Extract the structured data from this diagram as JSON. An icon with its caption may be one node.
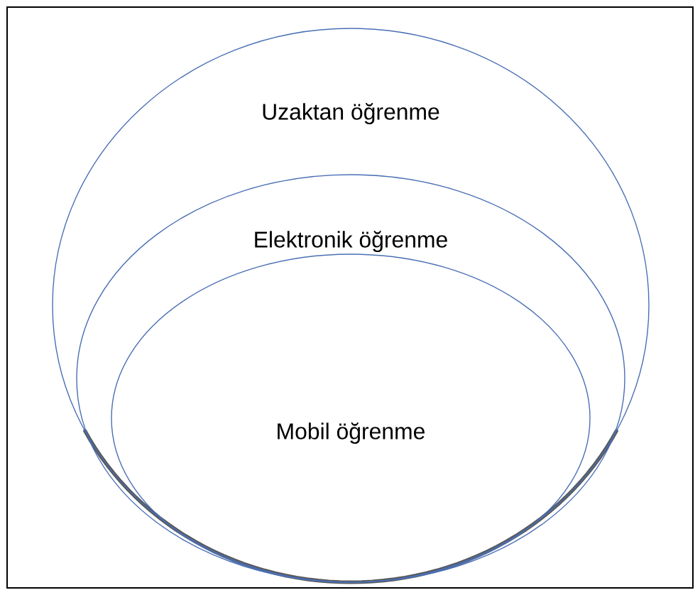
{
  "diagram": {
    "nodes": [
      {
        "text": [
          "Uzaktan öğrenme"
        ]
      },
      {
        "text": [
          "Elektronik öğrenme"
        ],
        "in": 0
      },
      {
        "text": [
          "Mobil öğrenme"
        ],
        "in": 1
      }
    ]
  }
}
